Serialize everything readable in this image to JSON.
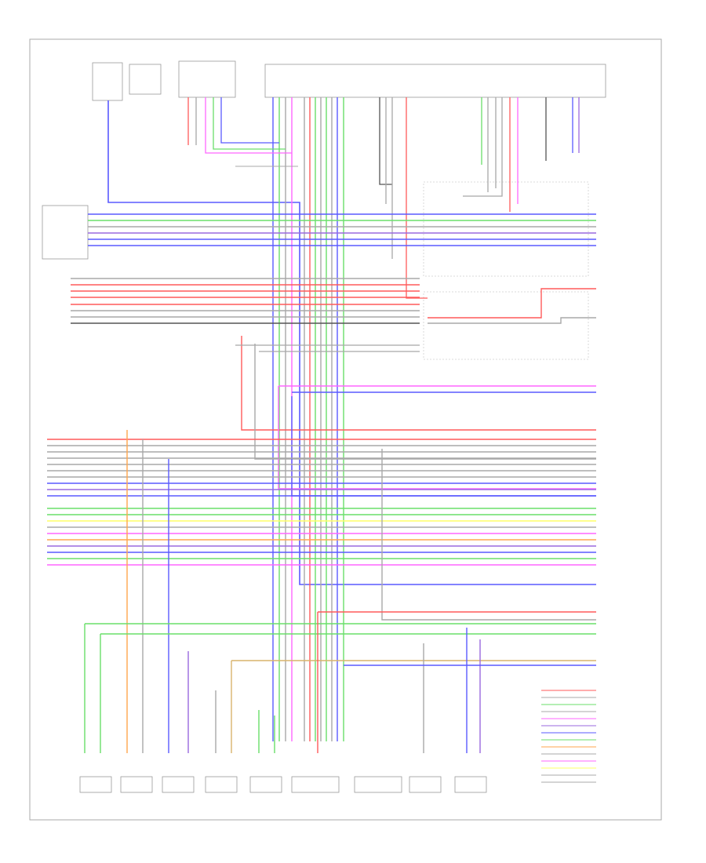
{
  "diagram": {
    "footer_code": "",
    "colors": {
      "red": "#ff5a5a",
      "blue": "#5a5aff",
      "green": "#6adf6a",
      "grey": "#a8a8a8",
      "orange": "#ffa64d",
      "yellow": "#ffff66",
      "magenta": "#ff66ff",
      "purple": "#9a6adf",
      "tan": "#d9b36b",
      "black": "#555555",
      "frame": "#aaaaaa"
    },
    "speakers": [
      {
        "id": "spk-left-rear-subwoofer",
        "label": ""
      },
      {
        "id": "spk-left-front-1",
        "label": ""
      },
      {
        "id": "spk-right-front-1",
        "label": ""
      },
      {
        "id": "spk-right-front-2",
        "label": ""
      },
      {
        "id": "spk-left-front-2",
        "label": ""
      },
      {
        "id": "spk-center",
        "label": ""
      },
      {
        "id": "spk-rear",
        "label": ""
      }
    ]
  }
}
